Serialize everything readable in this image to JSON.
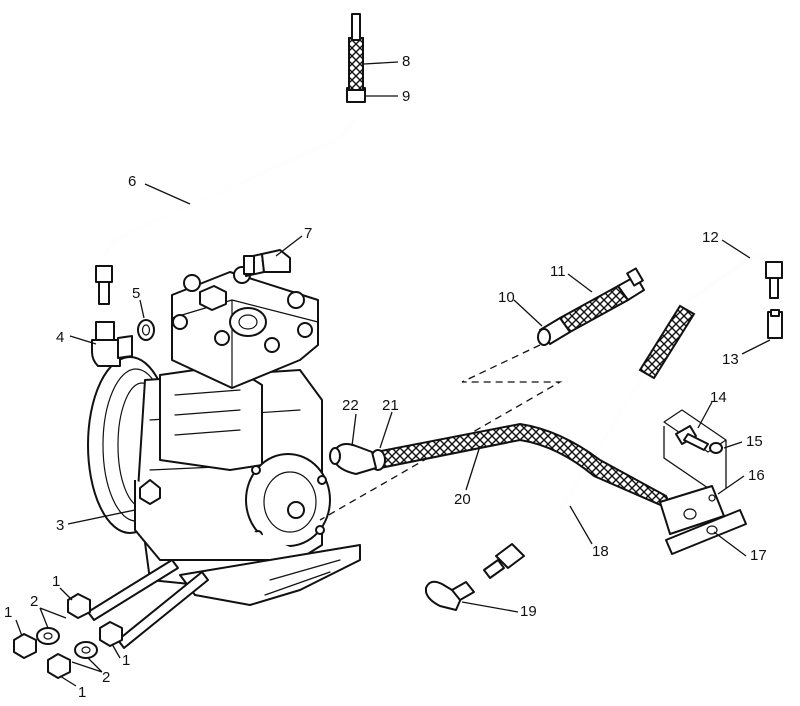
{
  "callouts": [
    {
      "id": "c1a",
      "text": "1"
    },
    {
      "id": "c1b",
      "text": "1"
    },
    {
      "id": "c1c",
      "text": "1"
    },
    {
      "id": "c1d",
      "text": "1"
    },
    {
      "id": "c2a",
      "text": "2"
    },
    {
      "id": "c2b",
      "text": "2"
    },
    {
      "id": "c3",
      "text": "3"
    },
    {
      "id": "c4",
      "text": "4"
    },
    {
      "id": "c5",
      "text": "5"
    },
    {
      "id": "c6",
      "text": "6"
    },
    {
      "id": "c7",
      "text": "7"
    },
    {
      "id": "c8",
      "text": "8"
    },
    {
      "id": "c9",
      "text": "9"
    },
    {
      "id": "c10",
      "text": "10"
    },
    {
      "id": "c11",
      "text": "11"
    },
    {
      "id": "c12",
      "text": "12"
    },
    {
      "id": "c13",
      "text": "13"
    },
    {
      "id": "c14",
      "text": "14"
    },
    {
      "id": "c15",
      "text": "15"
    },
    {
      "id": "c16",
      "text": "16"
    },
    {
      "id": "c17",
      "text": "17"
    },
    {
      "id": "c18",
      "text": "18"
    },
    {
      "id": "c19",
      "text": "19"
    },
    {
      "id": "c20",
      "text": "20"
    },
    {
      "id": "c21",
      "text": "21"
    },
    {
      "id": "c22",
      "text": "22"
    }
  ]
}
